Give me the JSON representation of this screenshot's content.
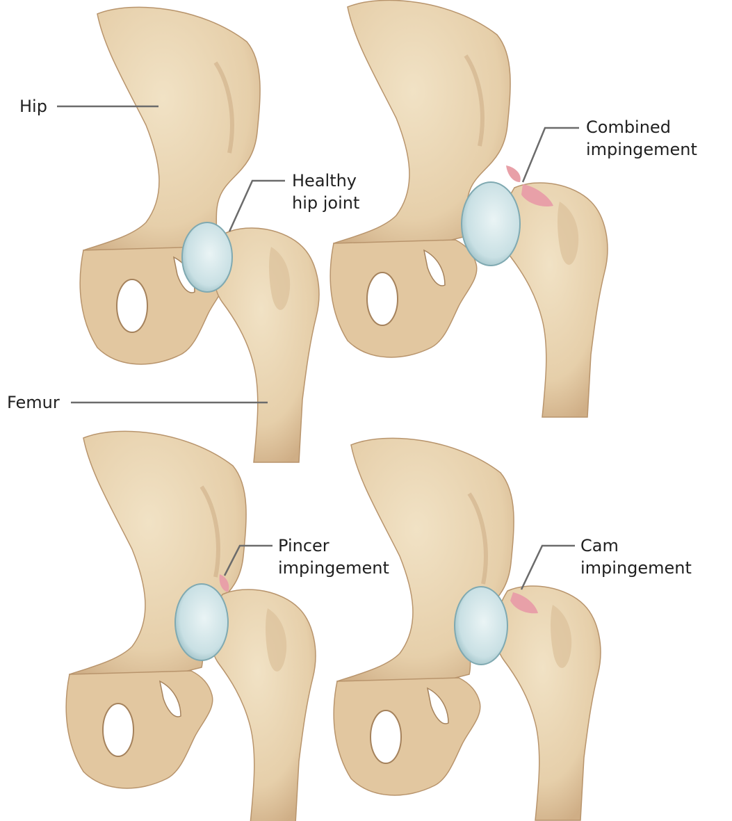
{
  "labels": {
    "hip": "Hip",
    "femur": "Femur",
    "healthy": [
      "Healthy",
      "hip joint"
    ],
    "combined": [
      "Combined",
      "impingement"
    ],
    "pincer": [
      "Pincer",
      "impingement"
    ],
    "cam": [
      "Cam",
      "impingement"
    ]
  },
  "colors": {
    "bone": "#ecd9b8",
    "bone_shadow": "#c9a880",
    "bone_outline": "#a5825c",
    "cartilage": "#cfe3e6",
    "cartilage_edge": "#7fa9b1",
    "impingement": "#e8a0a8",
    "leader_line": "#6b6b6b"
  }
}
